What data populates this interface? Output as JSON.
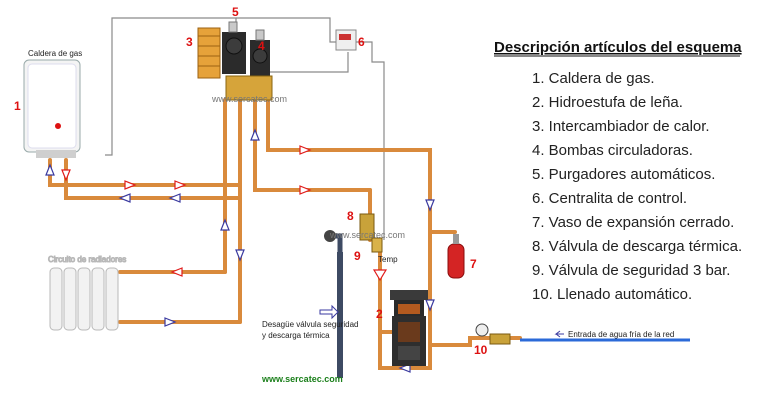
{
  "labels": {
    "boiler": "Caldera de gas",
    "radiators": "Circuito de radiadores",
    "drain": [
      "Desagüe válvula seguridad",
      "y descarga térmica"
    ],
    "inlet": "Entrada de agua fría de la red",
    "website": "www.sercatec.com",
    "watermark": "www.sercatec.com",
    "tmp": "Temp"
  },
  "numbers": [
    "1",
    "2",
    "3",
    "4",
    "5",
    "6",
    "7",
    "8",
    "9",
    "10"
  ],
  "description": {
    "title": "Descripción artículos del esquema",
    "items": [
      "1. Caldera de gas.",
      "2. Hidroestufa de leña.",
      "3. Intercambiador de calor.",
      "4. Bombas circuladoras.",
      "5. Purgadores automáticos.",
      "6. Centralita de control.",
      "7. Vaso de expansión cerrado.",
      "8. Válvula de descarga térmica.",
      "9. Válvula de seguridad 3 bar.",
      "10. Llenado automático."
    ]
  },
  "colors": {
    "pipe": "#d98a3c",
    "hot": "#e01b1b",
    "cold": "#3a3aa0",
    "number": "#d11111"
  }
}
